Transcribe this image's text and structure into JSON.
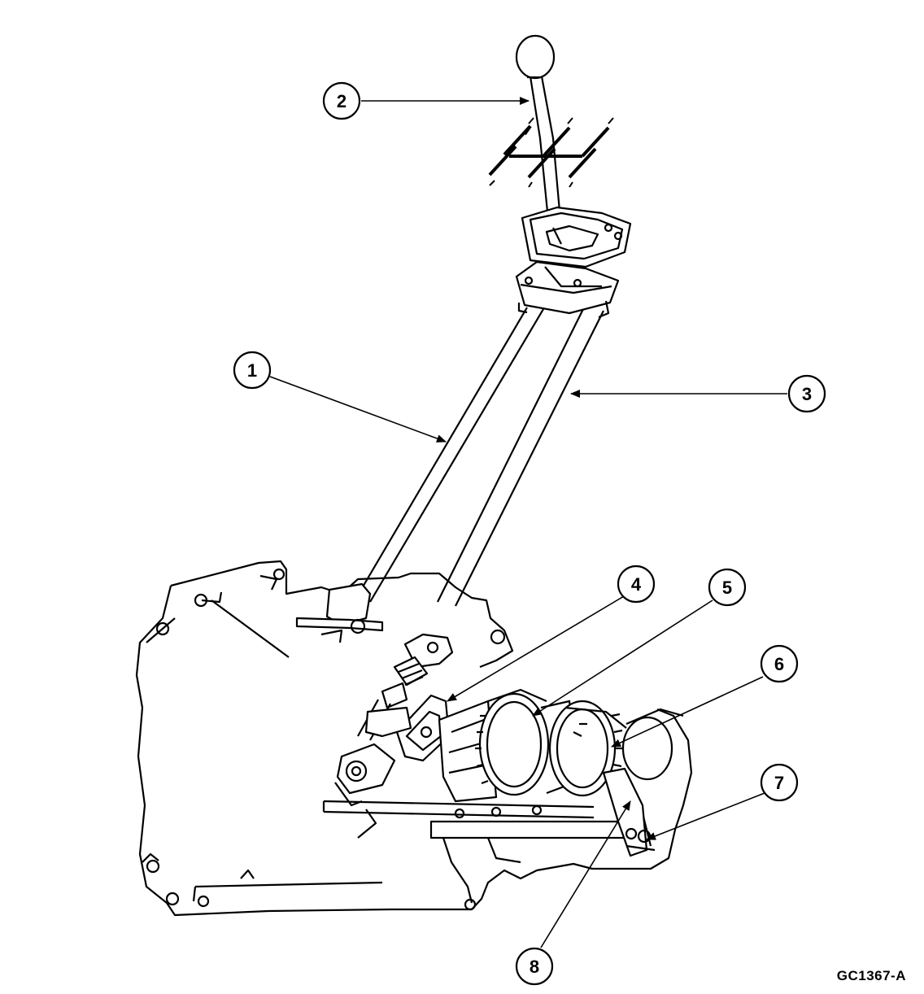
{
  "figure_id": "GC1367-A",
  "callouts": [
    {
      "num": "1"
    },
    {
      "num": "2"
    },
    {
      "num": "3"
    },
    {
      "num": "4"
    },
    {
      "num": "5"
    },
    {
      "num": "6"
    },
    {
      "num": "7"
    },
    {
      "num": "8"
    }
  ],
  "colors": {
    "line": "#000000",
    "background": "#ffffff"
  }
}
